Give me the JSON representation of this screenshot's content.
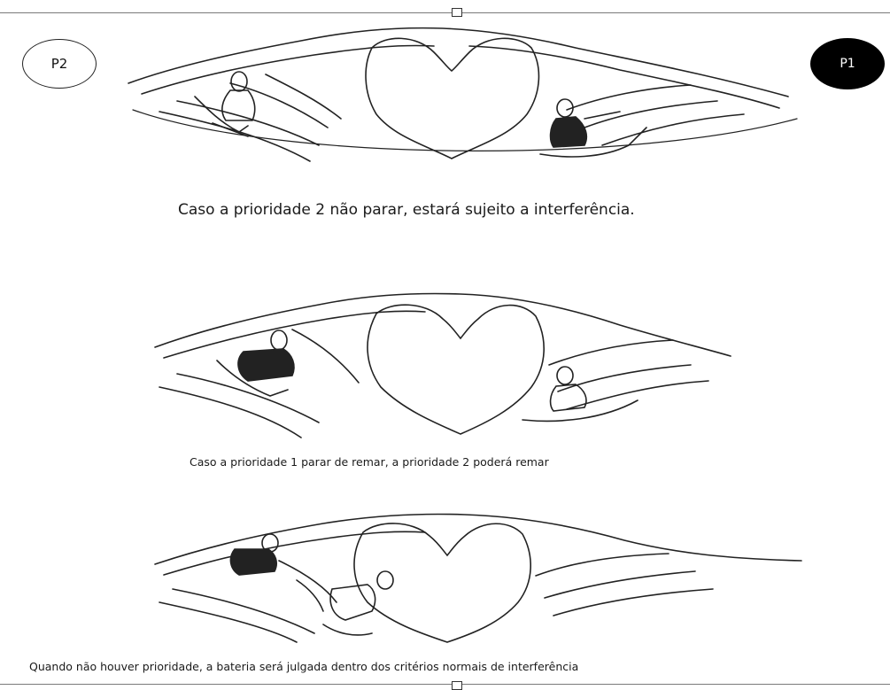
{
  "badges": {
    "p2": "P2",
    "p1": "P1"
  },
  "captions": {
    "first": "Caso a prioridade 2 não parar, estará sujeito a interferência.",
    "second": "Caso a prioridade 1 parar de remar, a prioridade 2 poderá remar",
    "third": "Quando não houver prioridade, a bateria será julgada dentro dos critérios normais de interferência"
  }
}
